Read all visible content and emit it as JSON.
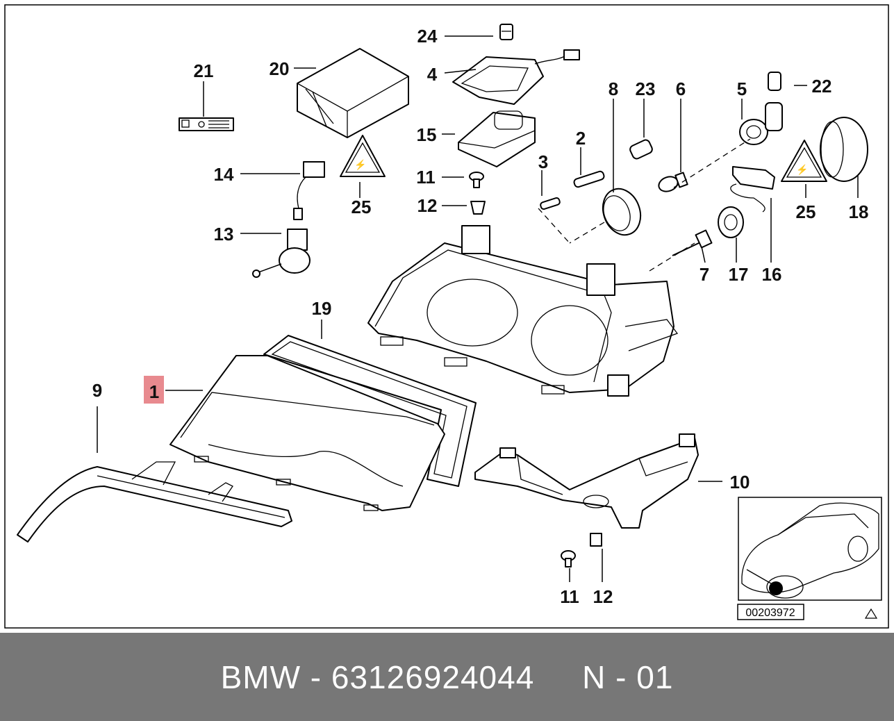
{
  "diagram": {
    "drawing_number": "00203972",
    "highlighted_part": "1",
    "callouts": [
      {
        "id": "c1",
        "label": "1"
      },
      {
        "id": "c2",
        "label": "2"
      },
      {
        "id": "c3",
        "label": "3"
      },
      {
        "id": "c4",
        "label": "4"
      },
      {
        "id": "c5",
        "label": "5"
      },
      {
        "id": "c6",
        "label": "6"
      },
      {
        "id": "c7",
        "label": "7"
      },
      {
        "id": "c8",
        "label": "8"
      },
      {
        "id": "c9",
        "label": "9"
      },
      {
        "id": "c10",
        "label": "10"
      },
      {
        "id": "c11a",
        "label": "11"
      },
      {
        "id": "c11b",
        "label": "11"
      },
      {
        "id": "c12a",
        "label": "12"
      },
      {
        "id": "c12b",
        "label": "12"
      },
      {
        "id": "c13",
        "label": "13"
      },
      {
        "id": "c14",
        "label": "14"
      },
      {
        "id": "c15",
        "label": "15"
      },
      {
        "id": "c16",
        "label": "16"
      },
      {
        "id": "c17",
        "label": "17"
      },
      {
        "id": "c18",
        "label": "18"
      },
      {
        "id": "c19",
        "label": "19"
      },
      {
        "id": "c20",
        "label": "20"
      },
      {
        "id": "c21",
        "label": "21"
      },
      {
        "id": "c22",
        "label": "22"
      },
      {
        "id": "c23",
        "label": "23"
      },
      {
        "id": "c24",
        "label": "24"
      },
      {
        "id": "c25a",
        "label": "25"
      },
      {
        "id": "c25b",
        "label": "25"
      }
    ]
  },
  "footer": {
    "text": "BMW - 63126924044     N - 01"
  },
  "colors": {
    "highlight": "#e88a8f",
    "footer_bg": "#777777",
    "footer_text": "#ffffff"
  }
}
